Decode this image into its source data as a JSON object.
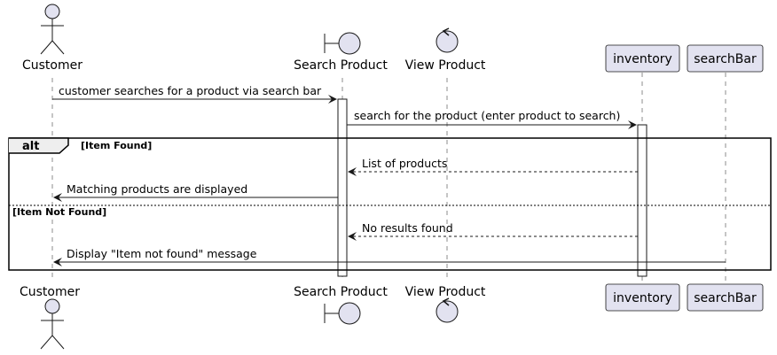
{
  "participants": {
    "customer": "Customer",
    "search_product": "Search Product",
    "view_product": "View Product",
    "inventory": "inventory",
    "search_bar": "searchBar"
  },
  "messages": {
    "m1": "customer searches for a product via search bar",
    "m2": "search for the product (enter product to search)",
    "m3": "List of products",
    "m4": "Matching products are displayed",
    "m5": "No results found",
    "m6": "Display \"Item not found\" message"
  },
  "fragment": {
    "keyword": "alt",
    "guard_1": "[Item Found]",
    "guard_2": "[Item Not Found]"
  },
  "colors": {
    "participant_fill": "#E2E2F0",
    "participant_stroke": "#181818",
    "lifeline": "#181818"
  }
}
